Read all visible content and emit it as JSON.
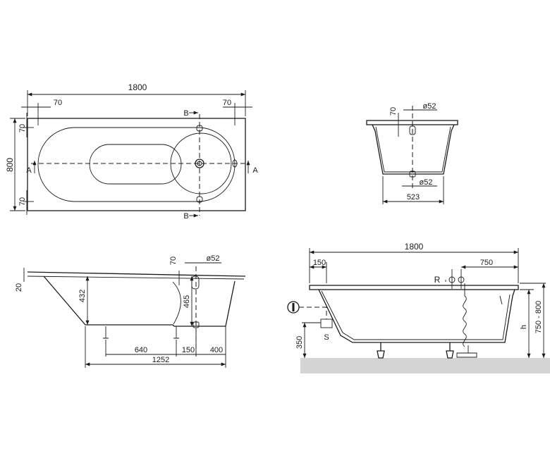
{
  "top_view": {
    "length": "1800",
    "width": "800",
    "rim_left": "70",
    "rim_right": "70",
    "rim_top": "70",
    "rim_bottom": "70",
    "section_a_left": "A",
    "section_a_right": "A",
    "section_b_top": "B",
    "section_b_bottom": "B"
  },
  "section_b_view": {
    "rim": "70",
    "overflow_dia": "ø52",
    "drain_dia": "ø52",
    "bottom_width": "523"
  },
  "section_a_view": {
    "rim_thickness": "20",
    "depth_inner": "432",
    "overflow_height": "465",
    "overflow_rim": "70",
    "overflow_dia": "ø52",
    "leg_spacing": "640",
    "leg_offset": "150",
    "end_distance": "400",
    "inner_length": "1252"
  },
  "install_view": {
    "length": "1800",
    "distance_750": "750",
    "distance_150": "150",
    "drain_height": "350",
    "total_height": "750 - 800",
    "h_label": "h",
    "r_label": "R",
    "s_label": "S",
    "colors": {
      "floor": "#d4d4d4",
      "line": "#1a1a1a"
    }
  }
}
